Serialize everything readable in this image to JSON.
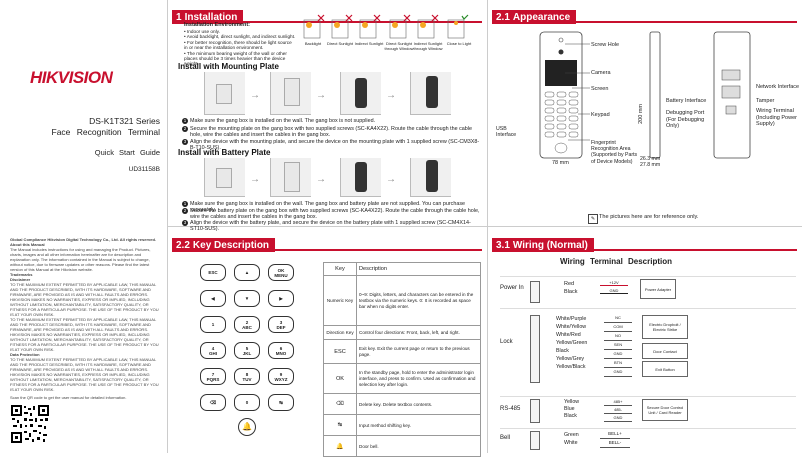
{
  "colors": {
    "accent": "#c8102e"
  },
  "cover": {
    "brand": "HIKVISION",
    "model": "DS-K1T321 Series",
    "product": "Face Recognition Terminal",
    "guide": "Quick Start Guide",
    "doc_code": "UD31158B",
    "legal_title": "Global Compliance Hikvision Digital Technology Co., Ltd. All rights reserved.",
    "about": "About this Manual",
    "legal_text": "The Manual includes instructions for using and managing the Product. Pictures, charts, images and all other information hereinafter are for description and explanation only. The information contained in the Manual is subject to change, without notice, due to firmware updates or other reasons. Please find the latest version of this Manual at the Hikvision website.",
    "trademarks": "Trademarks",
    "disclaimer": "Disclaimer",
    "disclaimer_text": "TO THE MAXIMUM EXTENT PERMITTED BY APPLICABLE LAW, THIS MANUAL AND THE PRODUCT DESCRIBED, WITH ITS HARDWARE, SOFTWARE AND FIRMWARE, ARE PROVIDED AS IS AND WITH ALL FAULTS AND ERRORS. HIKVISION MAKES NO WARRANTIES, EXPRESS OR IMPLIED, INCLUDING WITHOUT LIMITATION, MERCHANTABILITY, SATISFACTORY QUALITY, OR FITNESS FOR A PARTICULAR PURPOSE. THE USE OF THE PRODUCT BY YOU IS AT YOUR OWN RISK.",
    "data_protection": "Data Protection",
    "scan_text": "Scan the QR code to get the user manual for detailed information."
  },
  "s1": {
    "num": "1",
    "title": "Installation",
    "env_title": "Installation Environment:",
    "env_items": [
      "Indoor use only.",
      "Avoid backlight, direct sunlight, and indirect sunlight.",
      "For better recognition, there should be light source in or near the installation environment.",
      "The minimum bearing weight of the wall or other places should be 3 times heavier than the device weight."
    ],
    "env_labels": [
      "Backlight",
      "Direct Sunlight",
      "Indirect Sunlight",
      "Direct Sunlight through Window",
      "Indirect Sunlight through Window",
      "Close to Light"
    ],
    "mount_title": "Install  with  Mounting Plate",
    "mount_steps": [
      "Make sure the gang box is installed on the wall. The gang box is not supplied.",
      "Secure the mounting plate on the gang box with two supplied screws (SC-KA4X22). Route the cable through the cable hole, wire the cables and insert the cables in the gang box.",
      "Align the device with the mounting plate, and secure the device on the mounting plate with 1 supplied screw (SC-CM3X8-B-T10-SUS)."
    ],
    "battery_title": "Install  with  Battery Plate",
    "battery_steps": [
      "Make sure the gang box is installed on the wall. The gang box and battery plate are not supplied. You can purchase separately.",
      "Secure the battery plate on the gang box with two supplied screws (SC-KA4X22). Route the cable through the cable hole, wire the cables and insert the cables in the gang box.",
      "Align the device with the battery plate, and secure the device on the battery plate with 1 supplied screw (SC-CM4X14-ST10-SUS)."
    ]
  },
  "s21": {
    "num": "2.1",
    "title": "Appearance",
    "labels": {
      "screw_hole": "Screw Hole",
      "camera": "Camera",
      "screen": "Screen",
      "keypad": "Keypad",
      "fingerprint": "Fingerprint Recognition Area (Supported by Parts of Device Models)",
      "usb": "USB Interface",
      "battery": "Battery Interface",
      "debug": "Debugging Port (For Debugging Only)",
      "network": "Network Interface",
      "tamper": "Tamper",
      "wiring": "Wiring Terminal (Including Power Supply)"
    },
    "dims": {
      "width": "78 mm",
      "height": "200 mm",
      "depth1": "26.3 mm",
      "depth2": "27.8 mm"
    },
    "note": "The pictures here are for reference only."
  },
  "s22": {
    "num": "2.2",
    "title": "Key  Description",
    "keys": [
      {
        "l1": "ESC",
        "l2": ""
      },
      {
        "l1": "▲",
        "l2": ""
      },
      {
        "l1": "OK",
        "l2": "MENU"
      },
      {
        "l1": "◀",
        "l2": ""
      },
      {
        "l1": "▼",
        "l2": ""
      },
      {
        "l1": "▶",
        "l2": ""
      },
      {
        "l1": "1",
        "l2": ""
      },
      {
        "l1": "2",
        "l2": "ABC"
      },
      {
        "l1": "3",
        "l2": "DEF"
      },
      {
        "l1": "4",
        "l2": "GHI"
      },
      {
        "l1": "5",
        "l2": "JKL"
      },
      {
        "l1": "6",
        "l2": "MNO"
      },
      {
        "l1": "7",
        "l2": "PQRS"
      },
      {
        "l1": "8",
        "l2": "TUV"
      },
      {
        "l1": "9",
        "l2": "WXYZ"
      },
      {
        "l1": "⌫",
        "l2": ""
      },
      {
        "l1": "0",
        "l2": ""
      },
      {
        "l1": "↹",
        "l2": ""
      }
    ],
    "table_head": [
      "Key",
      "Description"
    ],
    "rows": [
      {
        "key": "Numeric Key",
        "desc": "0~9: Digits, letters, and characters can be entered in the textbox via the numeric keys. 0: It is recorded as space bar when no digits enter."
      },
      {
        "key": "Direction Key",
        "desc": "Control four directions: Front, back, left, and right."
      },
      {
        "key": "ESC",
        "desc": "Exit key. Exit the current page or return to the previous page."
      },
      {
        "key": "OK",
        "desc": "In the standby page, hold to enter the administrator login interface, and press to confirm. Used as confirmation and selection key after login."
      },
      {
        "key": "⌫",
        "desc": "Delete key. Delete textbox contents."
      },
      {
        "key": "↹",
        "desc": "Input method shifting key."
      },
      {
        "key": "🔔",
        "desc": "Door bell."
      }
    ]
  },
  "s31": {
    "num": "3.1",
    "title": "Wiring  (Normal)",
    "subtitle": "Wiring   Terminal   Description",
    "groups": [
      {
        "name": "Power In",
        "wires": [
          {
            "color": "Red",
            "term": "+12V"
          },
          {
            "color": "Black",
            "term": "GND"
          }
        ],
        "device": "Power Adapter"
      },
      {
        "name": "Lock",
        "wires": [
          {
            "color": "White/Purple",
            "term": "NC"
          },
          {
            "color": "White/Yellow",
            "term": "COM"
          },
          {
            "color": "White/Red",
            "term": "NO"
          },
          {
            "color": "Yellow/Green",
            "term": "SEN"
          },
          {
            "color": "Black",
            "term": "GND"
          },
          {
            "color": "Yellow/Grey",
            "term": "BTN"
          },
          {
            "color": "Yellow/Black",
            "term": "GND"
          }
        ],
        "devices": [
          "Electric Dropbolt / Electric Strike",
          "Door Contact",
          "Exit Button"
        ]
      },
      {
        "name": "RS-485",
        "wires": [
          {
            "color": "Yellow",
            "term": "485+"
          },
          {
            "color": "Blue",
            "term": "485-"
          },
          {
            "color": "Black",
            "term": "GND"
          }
        ],
        "device": "Secure Door Control Unit / Card Reader"
      },
      {
        "name": "Bell",
        "wires": [
          {
            "color": "Green",
            "term": "BELL+"
          },
          {
            "color": "White",
            "term": "BELL-"
          }
        ],
        "device": ""
      }
    ]
  }
}
